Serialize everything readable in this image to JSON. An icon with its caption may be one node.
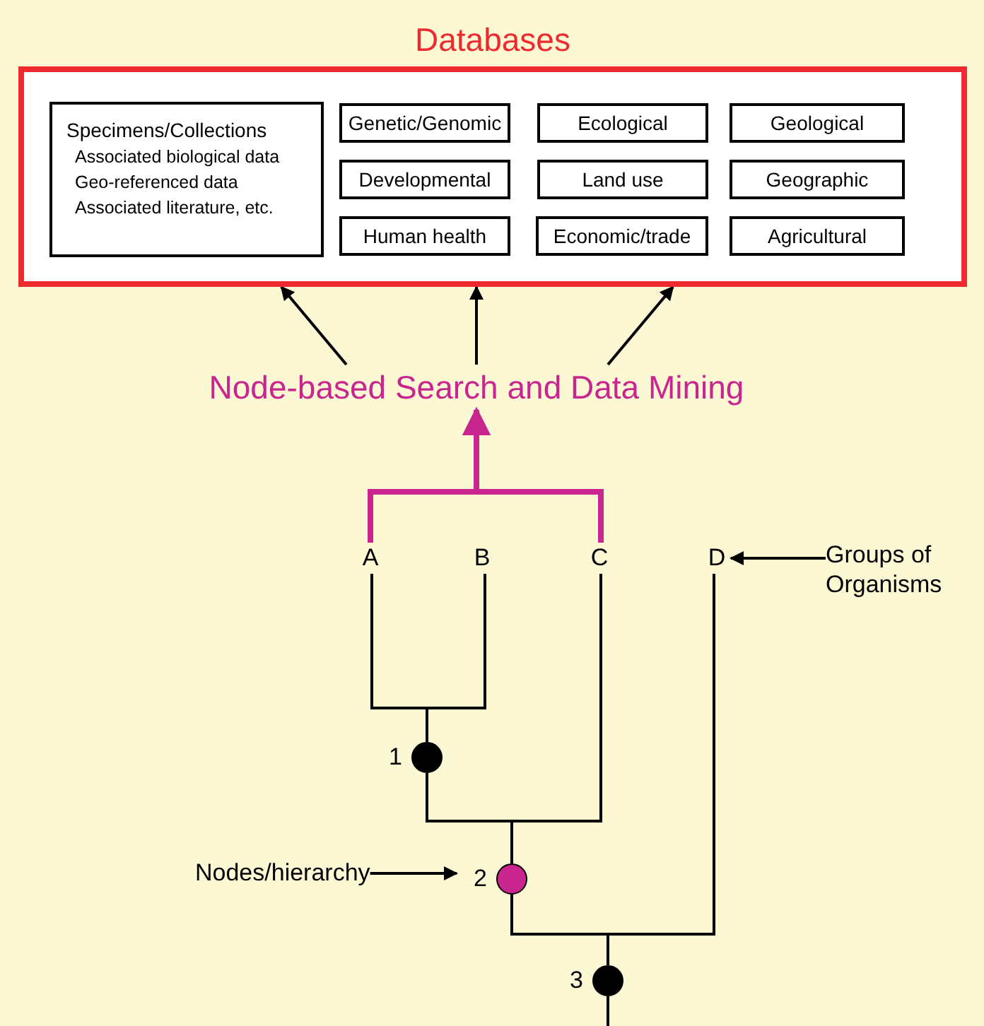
{
  "diagram": {
    "nodes": [
      {
        "text": [
          "Databases"
        ]
      },
      {
        "text": [
          "Specimens/Collections",
          "Associated biological data",
          "Geo-referenced data",
          "Associated literature, etc."
        ],
        "in": 0
      },
      {
        "text": [
          "Genetic/Genomic"
        ],
        "in": 0
      },
      {
        "text": [
          "Ecological"
        ],
        "in": 0
      },
      {
        "text": [
          "Geological"
        ],
        "in": 0
      },
      {
        "text": [
          "Developmental"
        ],
        "in": 0
      },
      {
        "text": [
          "Land use"
        ],
        "in": 0
      },
      {
        "text": [
          "Geographic"
        ],
        "in": 0
      },
      {
        "text": [
          "Human health"
        ],
        "in": 0
      },
      {
        "text": [
          "Economic/trade"
        ],
        "in": 0
      },
      {
        "text": [
          "Agricultural"
        ],
        "in": 0
      },
      {
        "text": [
          "Node-based Search and Data Mining"
        ]
      },
      {
        "text": [
          "A"
        ]
      },
      {
        "text": [
          "B"
        ]
      },
      {
        "text": [
          "C"
        ]
      },
      {
        "text": [
          "D"
        ]
      },
      {
        "text": [],
        "shape": "circle",
        "beside": [
          "1"
        ]
      },
      {
        "text": [],
        "shape": "circle",
        "beside": [
          "2"
        ]
      },
      {
        "text": [],
        "shape": "circle",
        "beside": [
          "3"
        ]
      },
      {
        "text": [
          "Groups of Organisms"
        ]
      },
      {
        "text": [
          "Nodes/hierarchy"
        ]
      }
    ],
    "edges": [
      {
        "from": 11,
        "to": 0,
        "arrow": "to"
      },
      {
        "from": 11,
        "to": 0,
        "arrow": "to"
      },
      {
        "from": 11,
        "to": 0,
        "arrow": "to"
      },
      {
        "from": 12,
        "to": 11,
        "arrow": "to",
        "style": "thick",
        "color": "#c9258f"
      },
      {
        "from": 14,
        "to": 11,
        "arrow": "to",
        "style": "thick",
        "color": "#c9258f"
      },
      {
        "from": 12,
        "to": 16,
        "arrow": "none"
      },
      {
        "from": 13,
        "to": 16,
        "arrow": "none"
      },
      {
        "from": 16,
        "to": 17,
        "arrow": "none"
      },
      {
        "from": 14,
        "to": 17,
        "arrow": "none"
      },
      {
        "from": 17,
        "to": 18,
        "arrow": "none"
      },
      {
        "from": 15,
        "to": 18,
        "arrow": "none"
      },
      {
        "from": 18,
        "to": null,
        "arrow": "none"
      },
      {
        "from": 19,
        "to": 15,
        "arrow": "to"
      },
      {
        "from": 20,
        "to": 17,
        "arrow": "to"
      }
    ]
  }
}
